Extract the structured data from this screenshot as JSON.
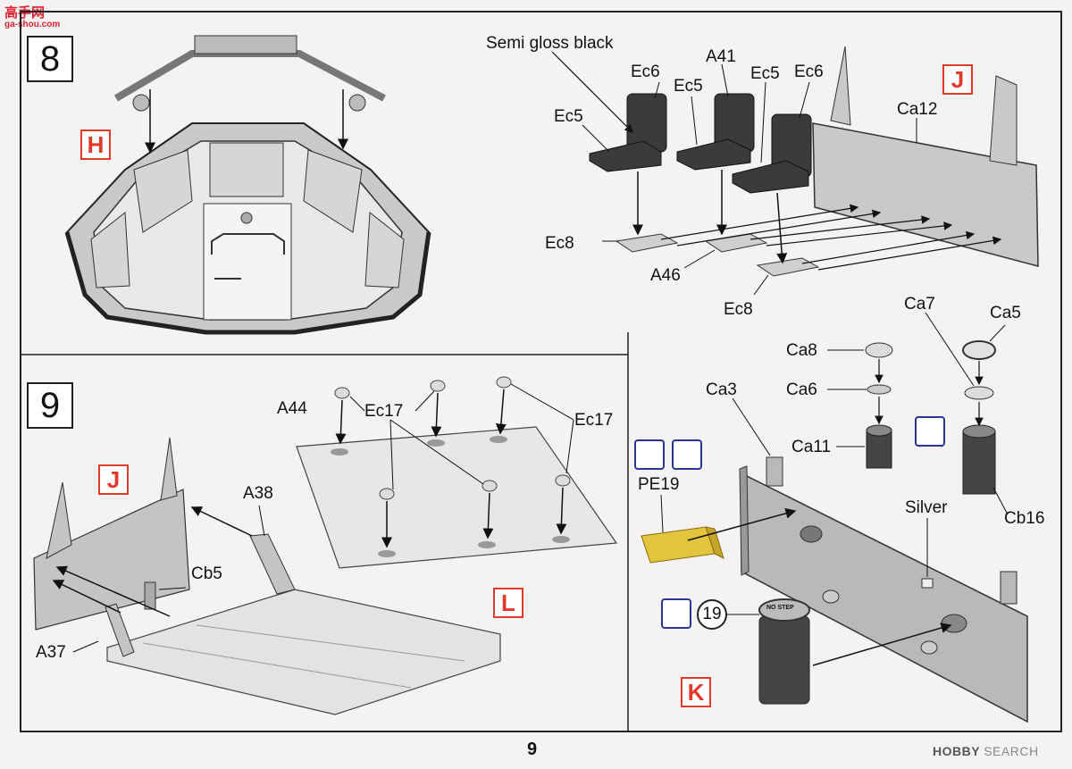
{
  "watermark": {
    "line1": "高手网",
    "line2": "ga-shou.com"
  },
  "page_number": "9",
  "hobby_search": {
    "brand": "HOBBY",
    "word": "SEARCH"
  },
  "step8": {
    "number": "8",
    "letter_h": "H",
    "letter_j": "J",
    "labels": {
      "semi_gloss": "Semi gloss black",
      "ec6_a": "Ec6",
      "ec5_a": "Ec5",
      "a41": "A41",
      "ec5_b": "Ec5",
      "ec6_b": "Ec6",
      "ec5_c": "Ec5",
      "ca12": "Ca12",
      "ec8_a": "Ec8",
      "a46": "A46",
      "ec8_b": "Ec8"
    }
  },
  "step9": {
    "number": "9",
    "letter_j": "J",
    "letter_l": "L",
    "letter_k": "K",
    "labels": {
      "a44": "A44",
      "ec17_a": "Ec17",
      "ec17_b": "Ec17",
      "a38": "A38",
      "cb5": "Cb5",
      "a37": "A37",
      "ca7": "Ca7",
      "ca5": "Ca5",
      "ca8": "Ca8",
      "ca6": "Ca6",
      "ca3": "Ca3",
      "ca11": "Ca11",
      "pe19": "PE19",
      "silver": "Silver",
      "cb16": "Cb16",
      "nineteen": "19",
      "no_step": "NO STEP"
    }
  },
  "colors": {
    "accent_red": "#e23a2a",
    "icon_blue": "#2a3592",
    "part_gray": "#b9b9bb",
    "seat_dark": "#3b3b3c",
    "pe_yellow": "#e2c43d"
  }
}
